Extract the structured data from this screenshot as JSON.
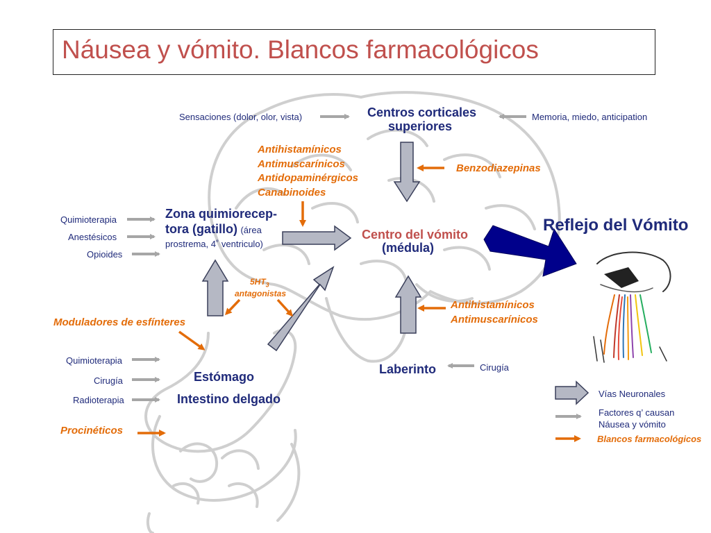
{
  "title": "Náusea y vómito. Blancos farmacológicos",
  "nodes": {
    "cortical_l1": "Centros corticales",
    "cortical_l2": "superiores",
    "zona_l1": "Zona quimiorecep-",
    "zona_l2a": "tora (gatillo)",
    "zona_l2b": "(área",
    "zona_l3": "prostrema, 4˚  ventriculo)",
    "centro_l1": "Centro del vómito",
    "centro_l2": "(médula)",
    "reflejo": "Reflejo del Vómito",
    "estomago": "Estómago",
    "intestino": "Intestino delgado",
    "laberinto": "Laberinto"
  },
  "factors": {
    "sensaciones": "Sensaciones (dolor, olor, vista)",
    "memoria": "Memoria, miedo, anticipation",
    "quimio1": "Quimioterapia",
    "anest": "Anestésicos",
    "opioides": "Opioides",
    "quimio2": "Quimioterapia",
    "cirugia1": "Cirugía",
    "radio": "Radioterapia",
    "cirugia2": "Cirugía"
  },
  "targets": {
    "group1": [
      "Antihistamínicos",
      "Antimuscarínicos",
      "Antidopaminérgicos",
      "Canabinoides"
    ],
    "benzo": "Benzodiazepinas",
    "ht3_a": "5HT",
    "ht3_sub": "3",
    "ht3_b": "antagonistas",
    "group2": [
      "Antihistamínicos",
      "Antimuscarínicos"
    ],
    "moduladores": "Moduladores de esfínteres",
    "procineticos": "Procinéticos"
  },
  "legend": {
    "vias": "Vías Neuronales",
    "factores_l1": "Factores q’ causan",
    "factores_l2": "Náusea y vómito",
    "blancos": "Blancos farmacológicos"
  },
  "colors": {
    "title": "#c0504d",
    "node_text": "#1f2a7a",
    "target_orange": "#e36c09",
    "neural_arrow_fill": "#b5b8c4",
    "factor_arrow": "#a6a6a6",
    "reflex_arrow": "#00008b"
  }
}
